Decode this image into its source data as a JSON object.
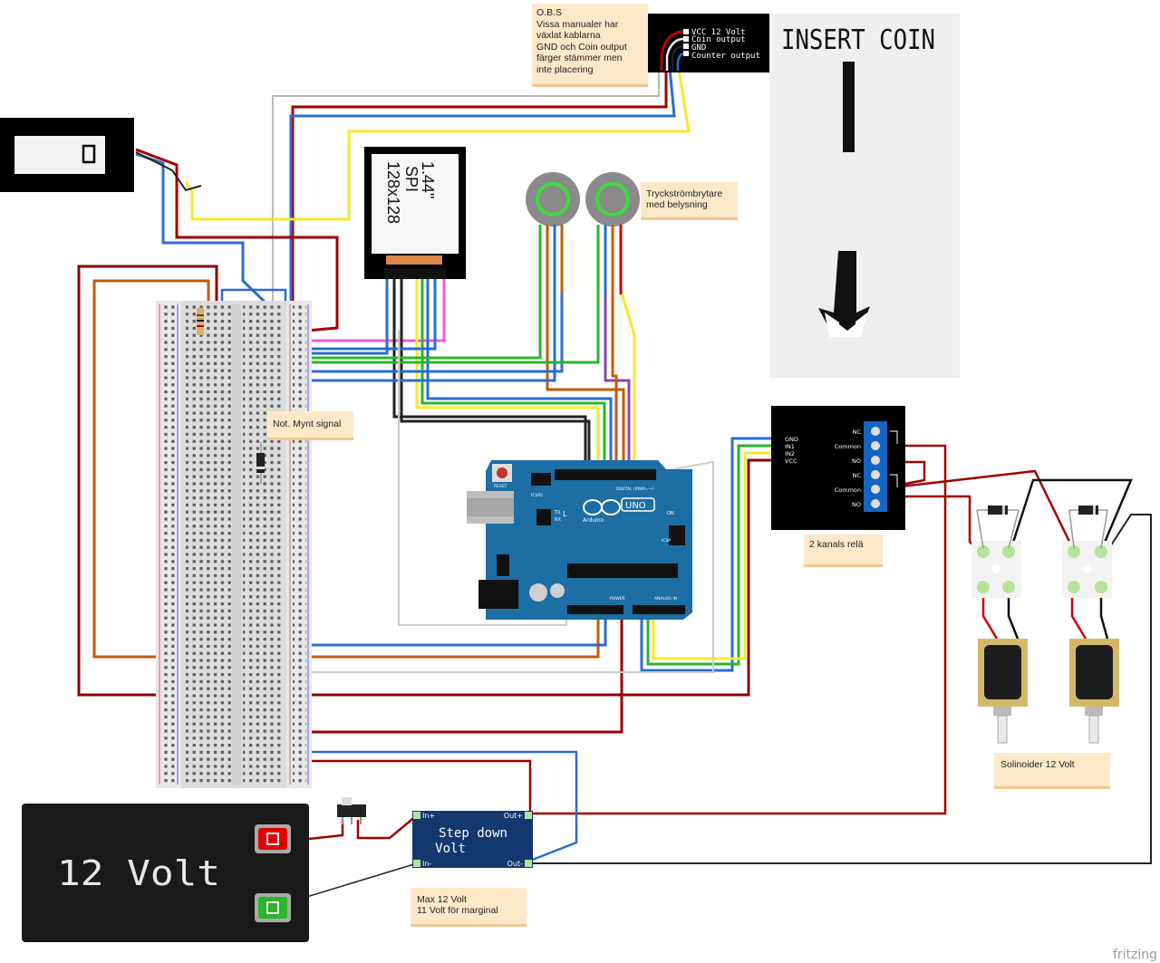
{
  "coin_box": {
    "title": "INSERT COIN",
    "pins": [
      "VCC 12 Volt",
      "Coin output",
      "GND",
      "Counter output"
    ]
  },
  "notes": {
    "obs": [
      "O.B.S",
      "Vissa manualer har",
      "växlat  kablarna",
      "GND och Coin output",
      "färger stämmer men",
      "inte placering"
    ],
    "buttons": [
      "Tryckströmbrytare",
      "med belysning"
    ],
    "coin_signal": "Not. Mynt signal",
    "relay": "2 kanals relä",
    "solenoids": "Solinoider 12 Volt",
    "stepdown": [
      "Max 12 Volt",
      "11 Volt för marginal"
    ]
  },
  "display": {
    "lines": [
      "1.44\"",
      "SPI",
      "128x128"
    ]
  },
  "relay": {
    "inputs": [
      "GND",
      "IN1",
      "IN2",
      "VCC"
    ],
    "outputs": [
      "NC",
      "Common",
      "NO",
      "NC",
      "Common",
      "NO"
    ]
  },
  "arduino": {
    "brand": "UNO",
    "sub": "Arduino",
    "labels": [
      "RESET",
      "ICSP2",
      "DIGITAL (PWM=~)",
      "POWER",
      "ANALOG IN",
      "ICSP",
      "ON",
      "TX",
      "RX",
      "L"
    ]
  },
  "stepdown": {
    "title": [
      "Step down",
      "Volt"
    ],
    "pins": [
      "In+",
      "In-",
      "Out+",
      "Out-"
    ]
  },
  "battery": {
    "label": "12 Volt"
  },
  "branding": "fritzing"
}
